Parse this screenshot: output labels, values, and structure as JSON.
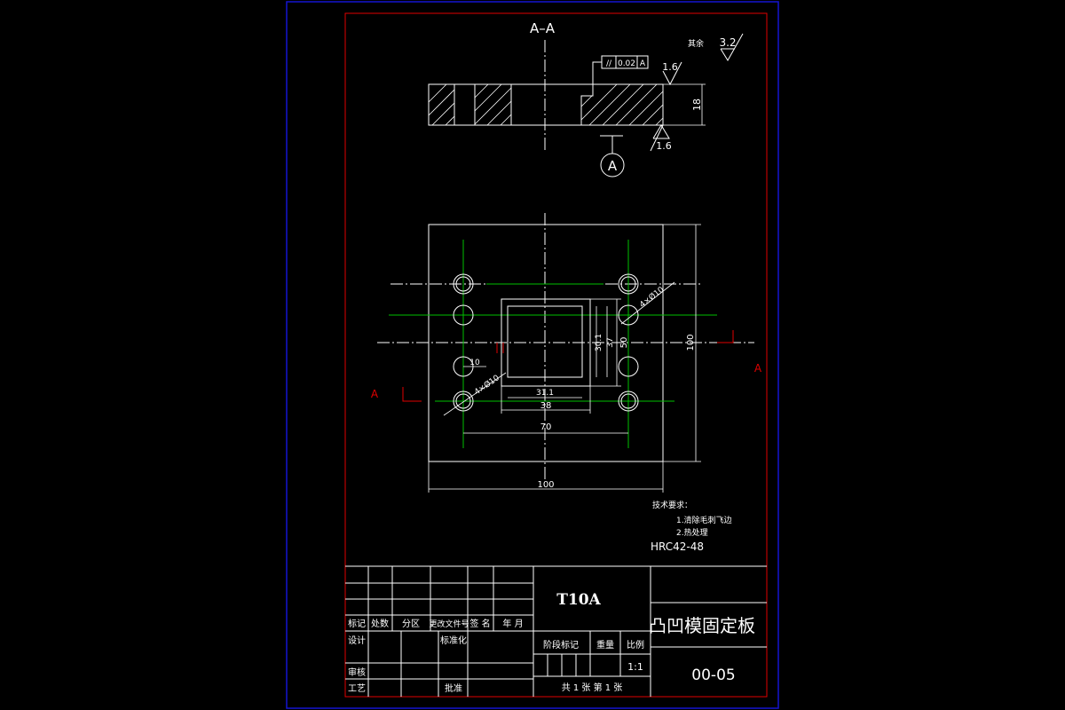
{
  "section_label": "A–A",
  "rough_label": "其余",
  "rough_value": "3.2",
  "flatness_sym": "//",
  "flatness_value": "0.02",
  "flatness_datum": "A",
  "surface_top": "1.6",
  "surface_bottom": "1.6",
  "datum_letter": "A",
  "dims": {
    "thickness": "18",
    "height_outer": "100",
    "width_outer": "100",
    "hole_span": "70",
    "pocket_w": "38",
    "pocket_inner_w": "31.1",
    "pocket_h": "50",
    "pocket_inner_h": "30.1",
    "pocket_h2": "37",
    "hole_offset": "10",
    "holes_a": "4×Ø10",
    "holes_b": "4×Ø10"
  },
  "section_marks": {
    "left": "A",
    "right": "A"
  },
  "tech": {
    "title": "技术要求：",
    "line1": "1.清除毛刺飞边",
    "line2": "2.热处理",
    "line3": "HRC42-48"
  },
  "title_block": {
    "material": "T10A",
    "part_name": "凸凹模固定板",
    "drawing_no": "00-05",
    "scale": "1:1",
    "sheets": "共 1 张   第 1 张",
    "h_mark": "标记",
    "h_count": "处数",
    "h_zone": "分区",
    "h_doc": "更改文件号",
    "h_sign": "签 名",
    "h_date": "年 月",
    "design": "设计",
    "std": "标准化",
    "check": "审核",
    "process": "工艺",
    "approve": "批准",
    "stage_mark": "阶段标记",
    "weight": "重量",
    "ratio": "比例"
  }
}
